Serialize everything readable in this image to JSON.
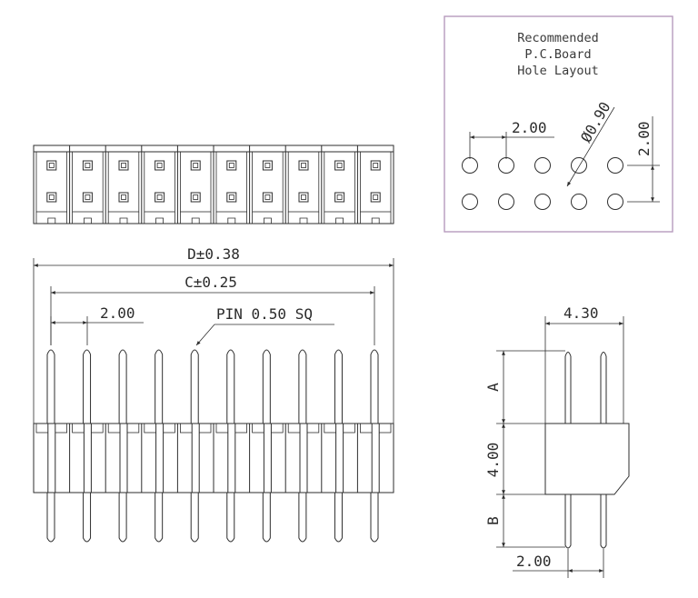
{
  "hole_layout": {
    "title_lines": [
      "Recommended",
      "P.C.Board",
      "Hole Layout"
    ],
    "pitch_label": "2.00",
    "row_pitch_label": "2.00",
    "hole_diameter_label": "Ø0.90",
    "columns": 5,
    "rows": 2,
    "border_color": "#b79bbd"
  },
  "top_view": {
    "positions": 10,
    "rows": 2
  },
  "front_view": {
    "overall_length_label": "D±0.38",
    "pin_span_label": "C±0.25",
    "pitch_label": "2.00",
    "pin_label": "PIN 0.50 SQ",
    "pins": 10
  },
  "side_view": {
    "width_label": "4.30",
    "upper_pin_label": "A",
    "body_height_label": "4.00",
    "lower_pin_label": "B",
    "row_pitch_label": "2.00"
  }
}
